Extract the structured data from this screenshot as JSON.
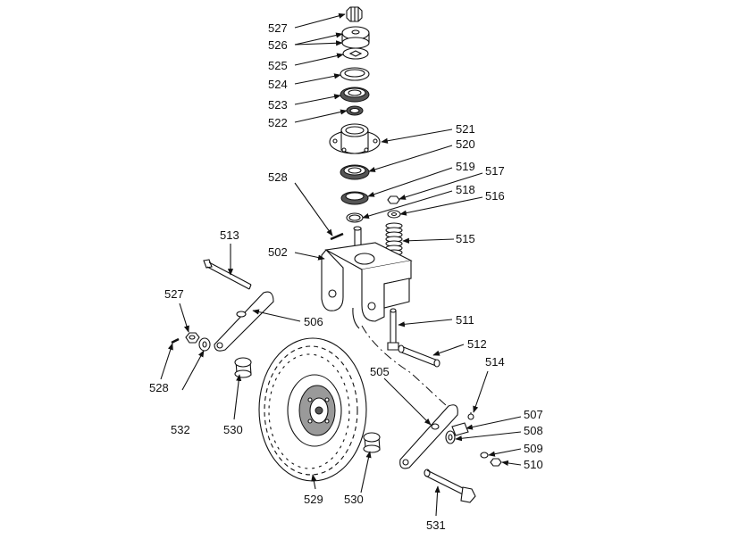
{
  "callouts": {
    "c527a": "527",
    "c526": "526",
    "c525": "525",
    "c524": "524",
    "c523": "523",
    "c522": "522",
    "c521": "521",
    "c520": "520",
    "c519": "519",
    "c517": "517",
    "c528a": "528",
    "c518": "518",
    "c516": "516",
    "c515": "515",
    "c513": "513",
    "c502": "502",
    "c527b": "527",
    "c506": "506",
    "c511": "511",
    "c512": "512",
    "c528b": "528",
    "c505": "505",
    "c514": "514",
    "c507": "507",
    "c508": "508",
    "c532": "532",
    "c530a": "530",
    "c509": "509",
    "c510": "510",
    "c529": "529",
    "c530b": "530",
    "c531": "531"
  }
}
